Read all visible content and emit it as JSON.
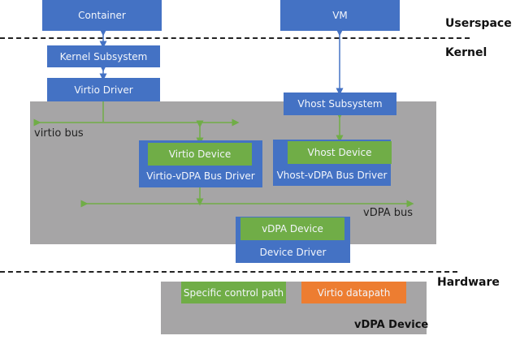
{
  "layers": {
    "userspace": "Userspace",
    "kernel": "Kernel",
    "hardware": "Hardware"
  },
  "userspace": {
    "container": "Container",
    "vm": "VM"
  },
  "kernel": {
    "kernel_subsystem": "Kernel Subsystem",
    "virtio_driver": "Virtio Driver",
    "vhost_subsystem": "Vhost Subsystem",
    "virtio_bus": "virtio bus",
    "virtio_device": "Virtio Device",
    "virtio_vdpa_bus_driver": "Virtio-vDPA Bus Driver",
    "vhost_device": "Vhost Device",
    "vhost_vdpa_bus_driver": "Vhost-vDPA Bus Driver",
    "vdpa_bus": "vDPA bus",
    "vdpa_device": "vDPA Device",
    "device_driver": "Device Driver"
  },
  "hardware": {
    "specific_control_path": "Specific control path",
    "virtio_datapath": "Virtio datapath",
    "vdpa_device": "vDPA Device"
  },
  "colors": {
    "blue": "#4472c4",
    "green": "#70ad47",
    "orange": "#ed7d31",
    "gray": "#a6a5a6"
  }
}
